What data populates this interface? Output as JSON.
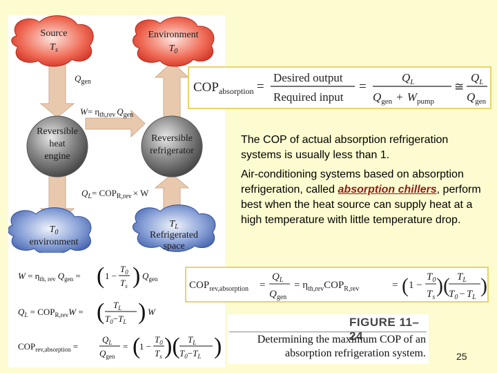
{
  "diagram": {
    "source_label": "Source",
    "source_temp": "T",
    "source_temp_sub": "s",
    "environment_top_label": "Environment",
    "environment_top_temp": "T",
    "environment_top_temp_sub": "0",
    "engine_label": [
      "Reversible",
      "heat",
      "engine"
    ],
    "refrigerator_label": [
      "Reversible",
      "refrigerator"
    ],
    "environment_bottom_temp": "T",
    "environment_bottom_temp_sub": "0",
    "environment_bottom_label": "environment",
    "space_temp": "T",
    "space_temp_sub": "L",
    "space_label": [
      "Refrigerated",
      "space"
    ],
    "qgen_label": "Q",
    "qgen_sub": "gen",
    "work_label_w": "W",
    "work_label_eq": "= η",
    "work_label_sub": "th,rev",
    "work_label_q": "Q",
    "work_label_qsub": "gen",
    "ql_label": "Q",
    "ql_sub": "L",
    "ql_eq": "= COP",
    "ql_cop_sub": "R,rev",
    "ql_times": "× W"
  },
  "cop_equation": {
    "lhs": "COP",
    "lhs_sub": "absorption",
    "eq": "=",
    "num_words": "Desired output",
    "den_words": "Required input",
    "num_sym": "Q",
    "num_sym_sub": "L",
    "den_sym_a": "Q",
    "den_sym_a_sub": "gen",
    "den_plus": "+",
    "den_sym_b": "W",
    "den_sym_b_sub": "pump",
    "approx": "≅",
    "num2": "Q",
    "num2_sub": "L",
    "den2": "Q",
    "den2_sub": "gen"
  },
  "notes": {
    "note1": "The COP of actual absorption refrigeration systems is usually less than 1.",
    "note2_before": "Air-conditioning systems based on absorption refrigeration, called ",
    "note2_highlight": "absorption chillers",
    "note2_after": ", perform best when the heat source can supply heat at a high temperature with little temperature drop."
  },
  "left_equations": {
    "eq1": "W = η_th,rev Q_gen = (1 − T0/Ts) Q_gen",
    "eq2": "Q_L = COP_R,rev W = (T_L/(T0 − T_L)) W",
    "eq3": "COP_rev,absorption = Q_L/Q_gen = (1 − T0/Ts)(T_L/(T0 − T_L))"
  },
  "rev_equation": {
    "lhs": "COP",
    "lhs_sub": "rev,absorption",
    "eq": "=",
    "num": "Q",
    "num_sub": "L",
    "den": "Q",
    "den_sub": "gen",
    "eq2": "= η",
    "eta_sub": "th,rev",
    "cop": "COP",
    "cop_sub": "R,rev",
    "eq3": "=",
    "one": "1 −",
    "t0": "T",
    "t0_sub": "0",
    "ts": "T",
    "ts_sub": "s",
    "tl": "T",
    "tl_sub": "L",
    "t0b": "T",
    "t0b_sub": "0",
    "minus": "−",
    "tlb": "T",
    "tlb_sub": "L"
  },
  "figure": {
    "label": "FIGURE 11–24",
    "caption_line1": "Determining the maximum COP of an",
    "caption_line2": "absorption refrigeration system."
  },
  "page_number": "25",
  "colors": {
    "background": "#fdfbd0",
    "box_border": "#e8d36a",
    "source_cloud": "#e0412f",
    "environment_cloud": "#e35a43",
    "bottom_clouds": "#4f6fb8",
    "sphere": "#7d7d7d",
    "arrow": "#e7c4a6",
    "highlight": "#8b1e16"
  }
}
